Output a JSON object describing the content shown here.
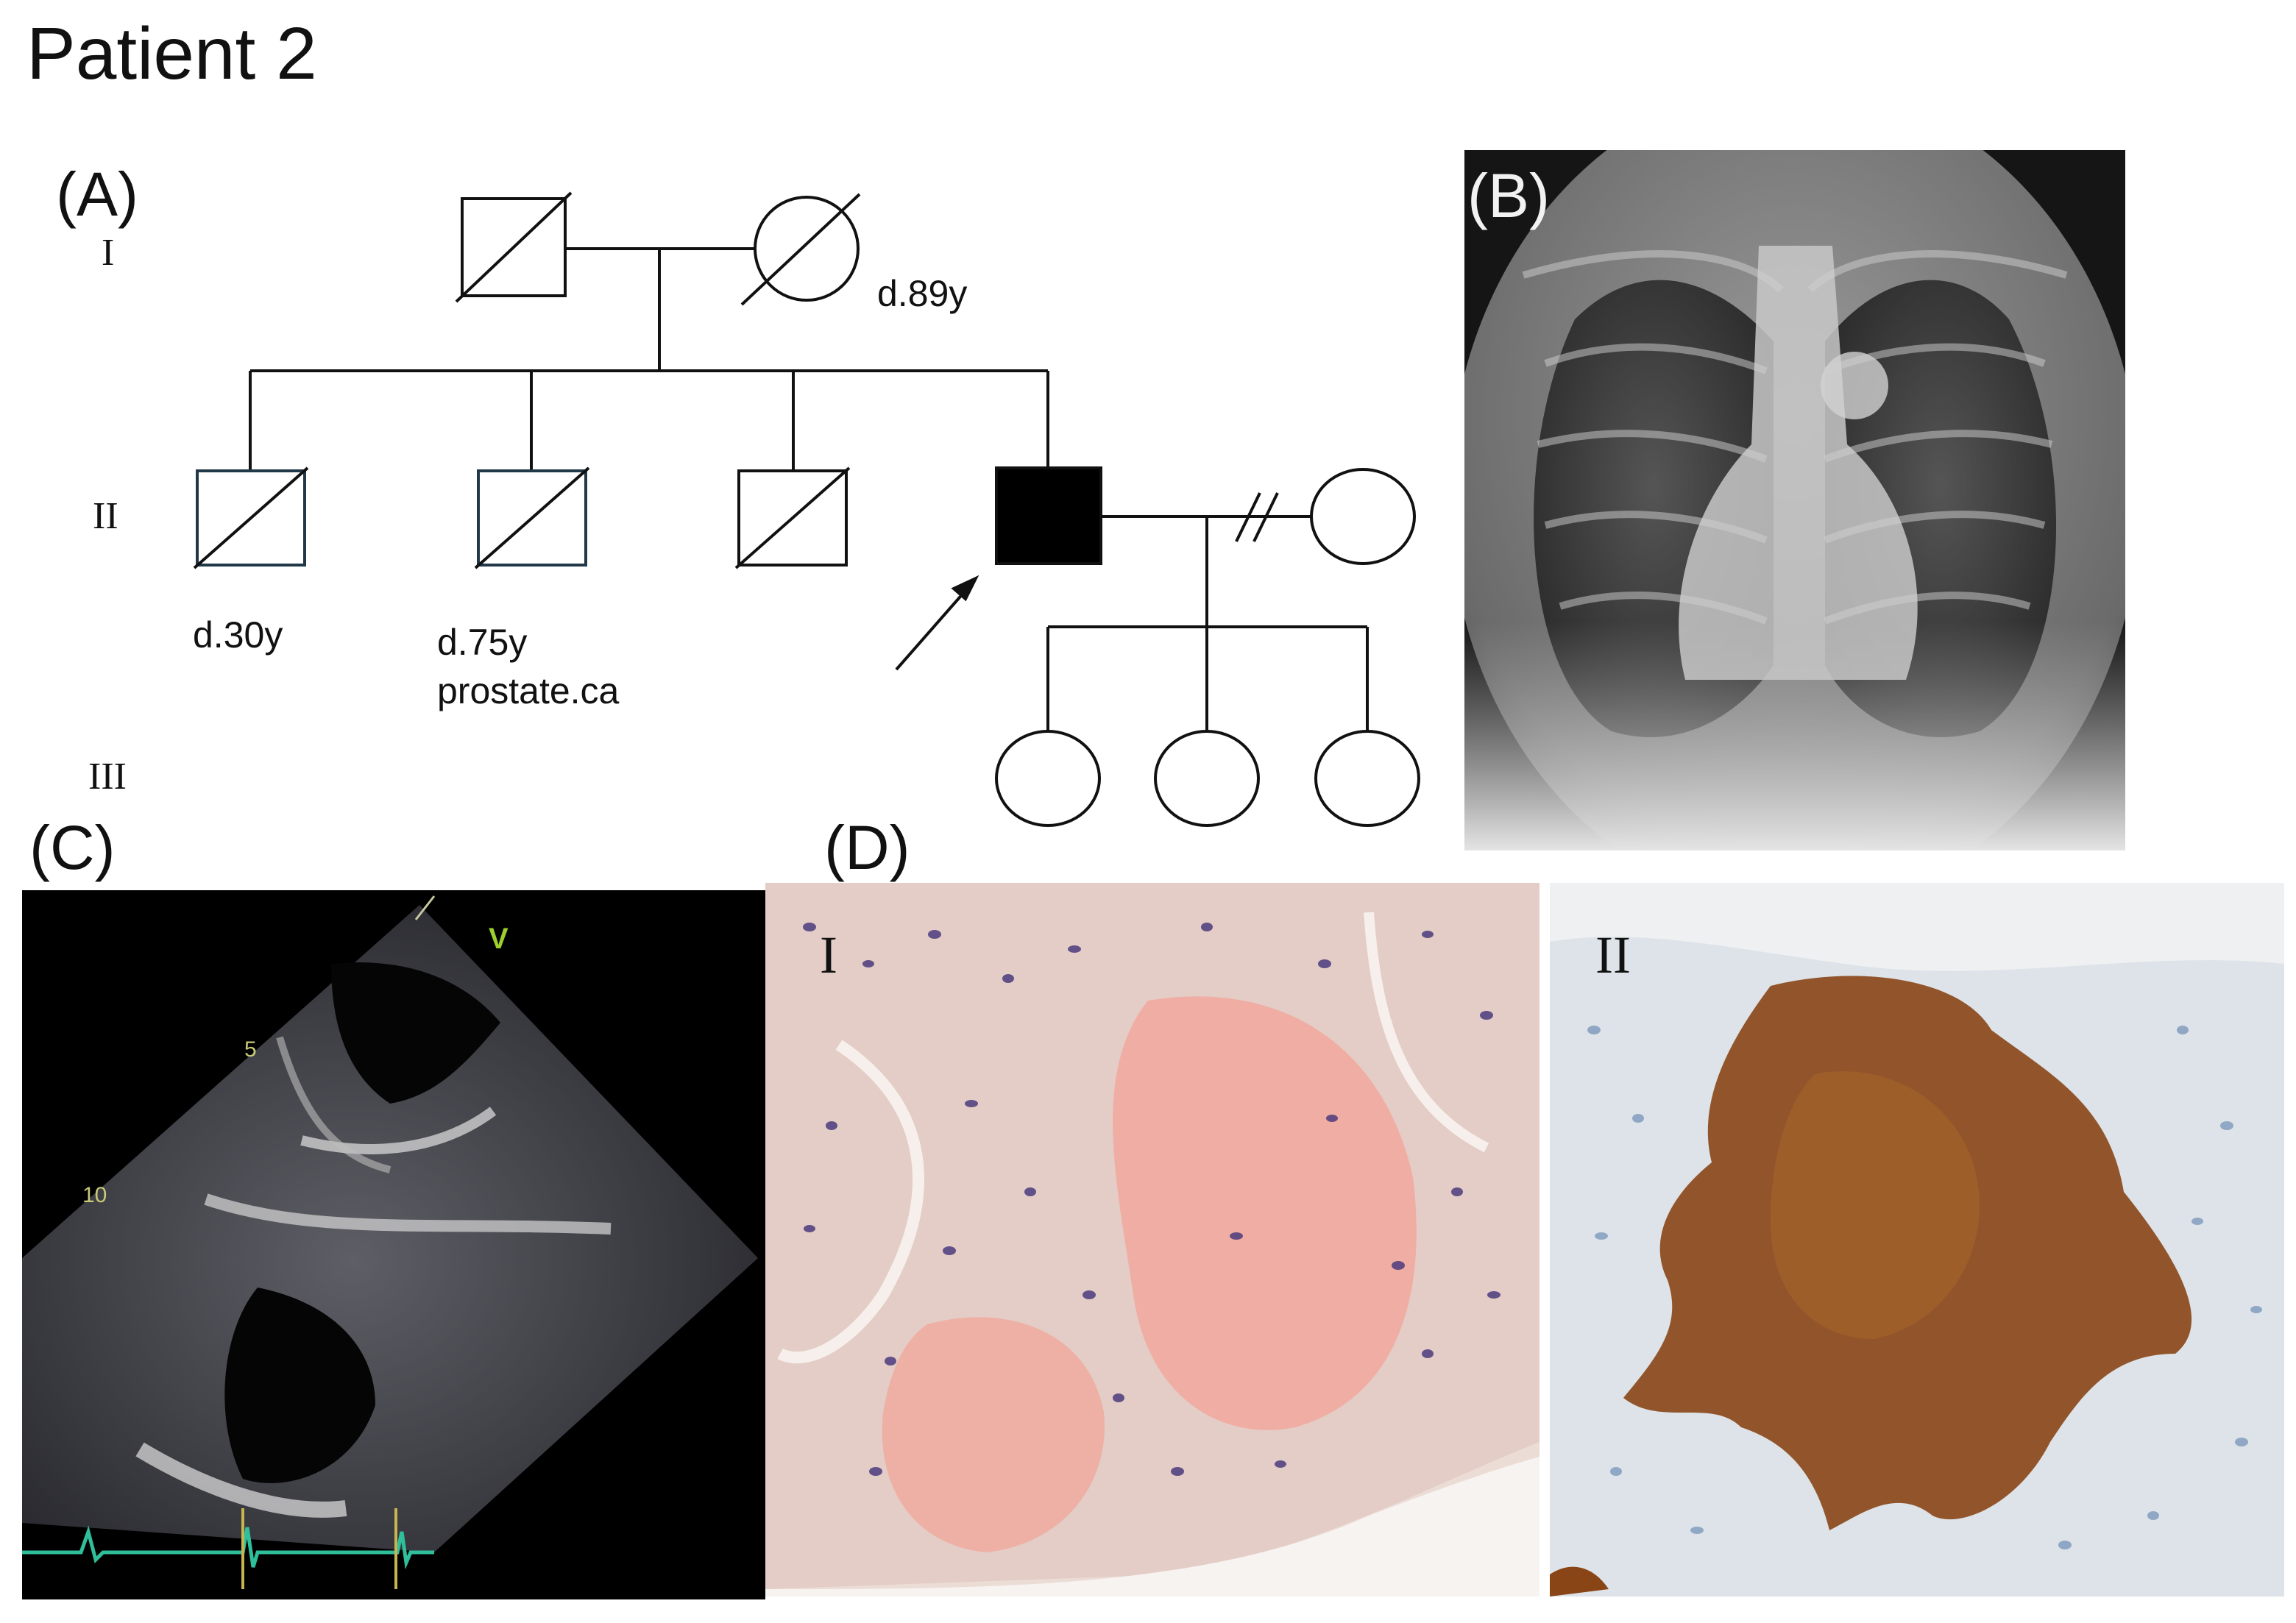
{
  "figure": {
    "title": "Patient 2"
  },
  "panel_a": {
    "label": "(A)",
    "generations": [
      "I",
      "II",
      "III"
    ],
    "annotations": {
      "grandmother_death": "d.89y",
      "sibling1_death": "d.30y",
      "sibling2_death": "d.75y",
      "sibling2_cause": "prostate.ca"
    }
  },
  "panel_b": {
    "label": "(B)"
  },
  "panel_c": {
    "label": "(C)",
    "depth_marks": [
      "5",
      "10"
    ],
    "probe_marker": "V"
  },
  "panel_d": {
    "label": "(D)",
    "subpanels": [
      "I",
      "II"
    ]
  },
  "colors": {
    "proband_fill": "#000000",
    "echo_background": "#000000",
    "ecg_trace": "#2fbf9a",
    "congo_red_stain": "#f2a59a",
    "ihc_brown_stain": "#8a4516"
  }
}
